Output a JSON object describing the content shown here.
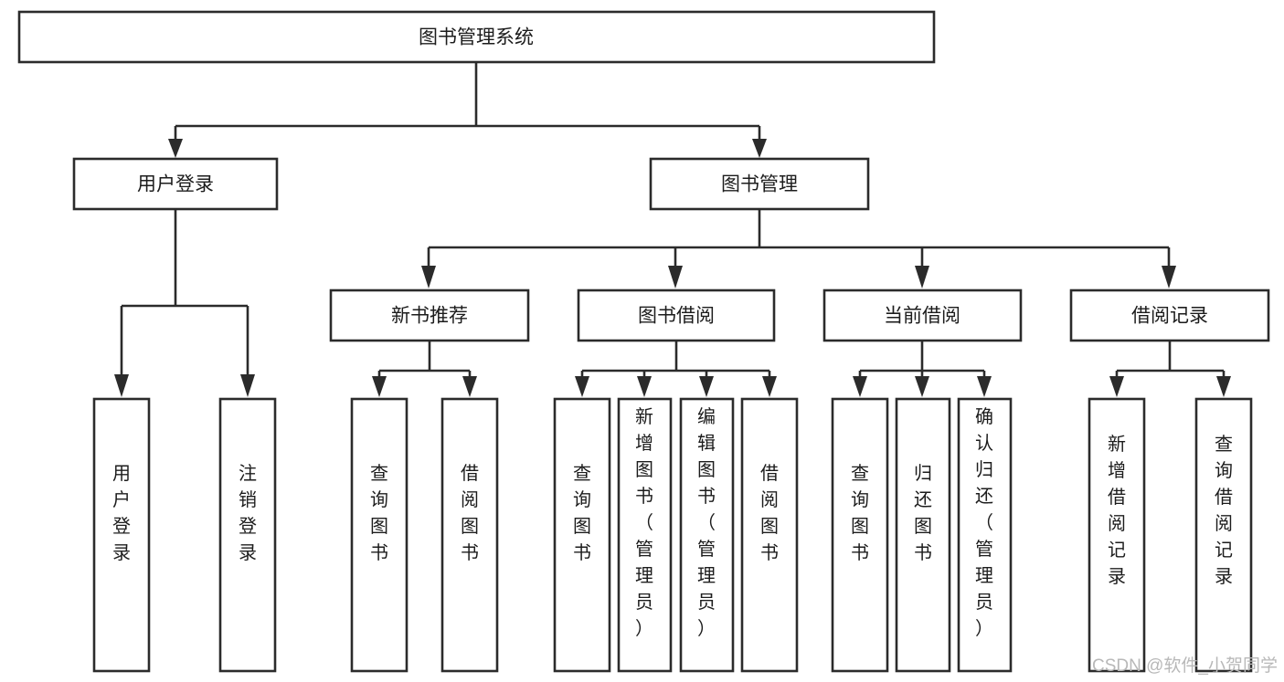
{
  "diagram": {
    "title": "图书管理系统",
    "type": "tree-hierarchy",
    "orientation": "top-down",
    "root": {
      "label": "图书管理系统"
    },
    "level2": [
      {
        "label": "用户登录"
      },
      {
        "label": "图书管理"
      }
    ],
    "level3": [
      {
        "label": "新书推荐"
      },
      {
        "label": "图书借阅"
      },
      {
        "label": "当前借阅"
      },
      {
        "label": "借阅记录"
      }
    ],
    "leaves": {
      "user_login": [
        {
          "label": "用户登录"
        },
        {
          "label": "注销登录"
        }
      ],
      "new_book_recommend": [
        {
          "label": "查询图书"
        },
        {
          "label": "借阅图书"
        }
      ],
      "book_borrow": [
        {
          "label": "查询图书"
        },
        {
          "label": "新增图书（管理员）"
        },
        {
          "label": "编辑图书（管理员）"
        },
        {
          "label": "借阅图书"
        }
      ],
      "current_borrow": [
        {
          "label": "查询图书"
        },
        {
          "label": "归还图书"
        },
        {
          "label": "确认归还（管理员）"
        }
      ],
      "borrow_record": [
        {
          "label": "新增借阅记录"
        },
        {
          "label": "查询借阅记录"
        }
      ]
    }
  },
  "watermark": {
    "text": "CSDN @软件_小贺同学"
  },
  "colors": {
    "background": "#ffffff",
    "box_fill": "#ffffff",
    "box_stroke": "#2b2b2b",
    "text": "#1c1c1c",
    "watermark": "#b8b8b8"
  }
}
